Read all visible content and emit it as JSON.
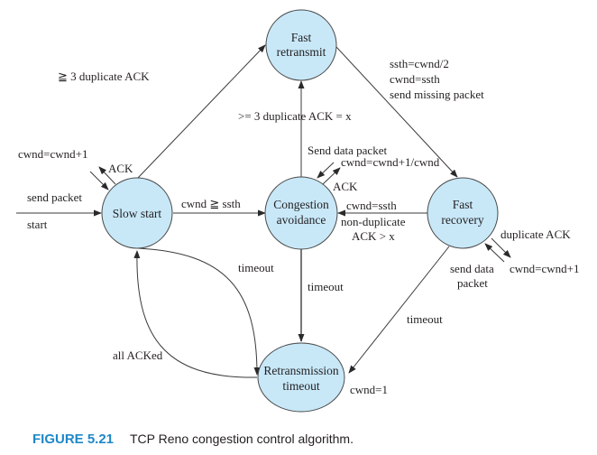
{
  "colors": {
    "node_fill": "#c8e8f8",
    "node_stroke": "#4a4a4a",
    "edge": "#3a3a3a",
    "caption_accent": "#1e88c8",
    "text": "#231f20"
  },
  "nodes": {
    "fast_retransmit": {
      "line1": "Fast",
      "line2": "retransmit"
    },
    "slow_start": {
      "line1": "Slow start"
    },
    "congestion_avoidance": {
      "line1": "Congestion",
      "line2": "avoidance"
    },
    "fast_recovery": {
      "line1": "Fast",
      "line2": "recovery"
    },
    "retransmission_timeout": {
      "line1": "Retransmission",
      "line2": "timeout"
    }
  },
  "labels": {
    "slow_to_fast_retransmit": "≧ 3 duplicate ACK",
    "ca_to_fast_retransmit": ">= 3 duplicate ACK = x",
    "fr_to_recovery_1": "ssth=cwnd/2",
    "fr_to_recovery_2": "cwnd=ssth",
    "fr_to_recovery_3": "send missing packet",
    "slow_self_action": "cwnd=cwnd+1",
    "slow_self_event": "ACK",
    "start_action": "send packet",
    "start_event": "start",
    "slow_to_ca": "cwnd ≧ ssth",
    "ca_self_action_1": "Send data packet",
    "ca_self_action_2": "cwnd=cwnd+1/cwnd",
    "ca_self_event": "ACK",
    "recovery_to_ca_action": "cwnd=ssth",
    "recovery_to_ca_event_1": "non-duplicate",
    "recovery_to_ca_event_2": "ACK > x",
    "recovery_self_event": "duplicate ACK",
    "recovery_self_action": "cwnd=cwnd+1",
    "recovery_send_1": "send data",
    "recovery_send_2": "packet",
    "slow_timeout": "timeout",
    "ca_timeout": "timeout",
    "recovery_timeout": "timeout",
    "all_acked": "all ACKed",
    "rto_action": "cwnd=1"
  },
  "caption": {
    "number": "FIGURE 5.21",
    "text": "TCP Reno congestion control algorithm."
  }
}
